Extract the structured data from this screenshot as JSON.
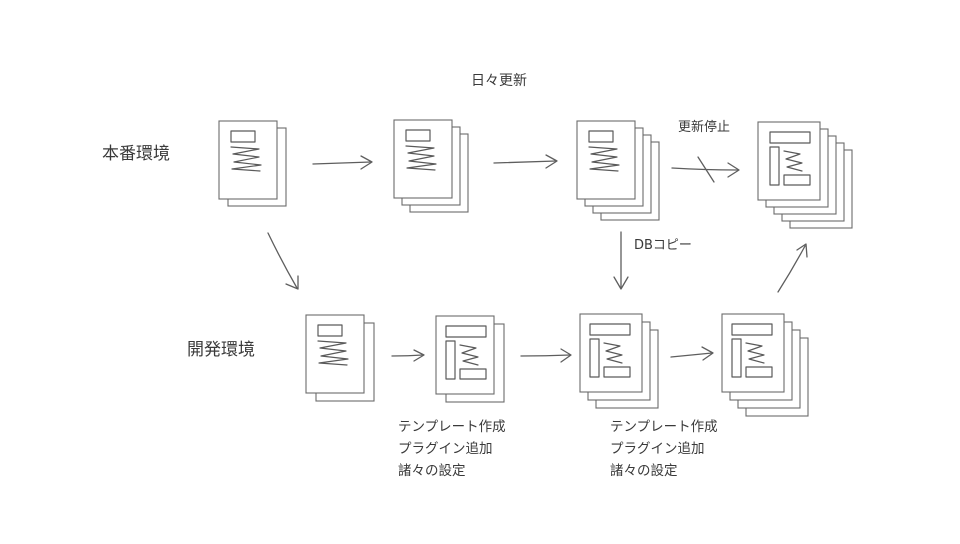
{
  "labels": {
    "production": "本番環境",
    "development": "開発環境",
    "daily_update": "日々更新",
    "update_stop": "更新停止",
    "db_copy": "DBコピー"
  },
  "notes_left": [
    "テンプレート作成",
    "プラグイン追加",
    "諸々の設定"
  ],
  "notes_right": [
    "テンプレート作成",
    "プラグイン追加",
    "諸々の設定"
  ]
}
